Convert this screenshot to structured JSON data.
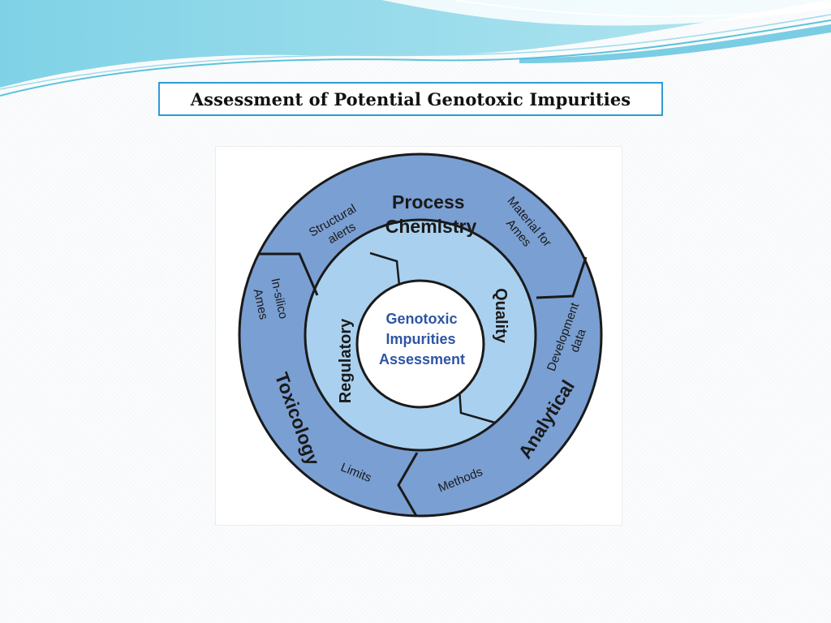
{
  "slide": {
    "title": "Assessment of Potential Genotoxic Impurities"
  },
  "diagram": {
    "center": [
      "Genotoxic",
      "Impurities",
      "Assessment"
    ],
    "inner_ring": {
      "left": "Regulatory",
      "right": "Quality"
    },
    "outer_segments": {
      "process_chemistry": {
        "title": [
          "Process",
          "Chemistry"
        ],
        "items": [
          [
            "Structural",
            "alerts"
          ],
          [
            "Material for",
            "Ames"
          ]
        ]
      },
      "analytical": {
        "title": "Analytical",
        "items": [
          [
            "Development",
            "data"
          ],
          [
            "Methods"
          ]
        ]
      },
      "toxicology": {
        "title": "Toxicology",
        "items": [
          [
            "In-silico",
            "Ames"
          ],
          [
            "Limits"
          ]
        ]
      }
    },
    "colors": {
      "outer_ring": "#7a9fd3",
      "inner_ring": "#a9d0ef",
      "center": "#ffffff",
      "outline": "#1a1a1a",
      "center_text": "#2e55a4",
      "header_wave": "#5bc3dd"
    }
  }
}
